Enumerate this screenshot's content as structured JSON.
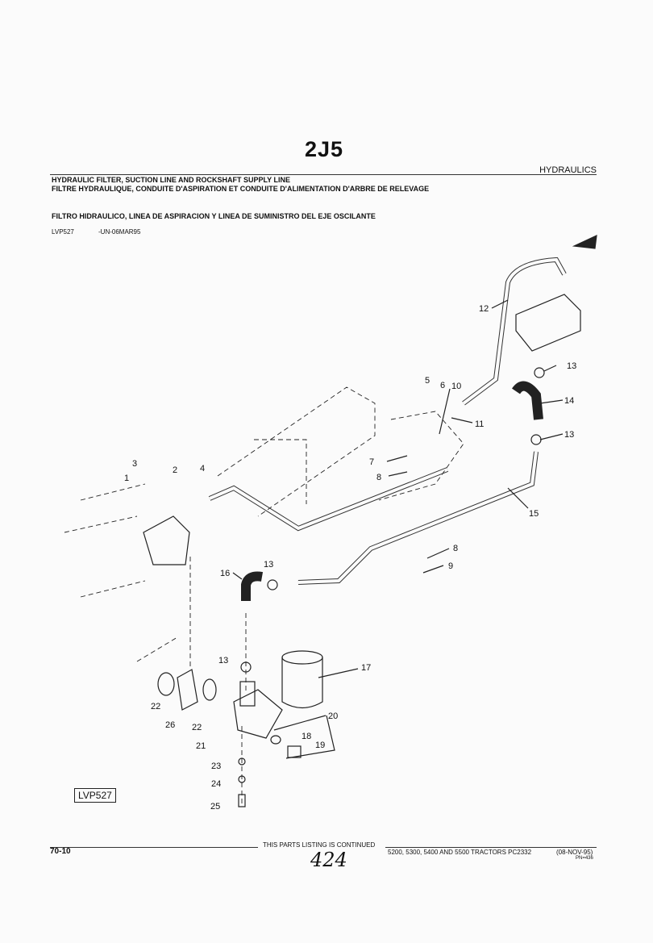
{
  "header": {
    "code": "2J5",
    "section": "HYDRAULICS",
    "title_en": "HYDRAULIC FILTER, SUCTION LINE AND ROCKSHAFT SUPPLY LINE",
    "title_fr": "FILTRE HYDRAULIQUE, CONDUITE D'ASPIRATION ET CONDUITE D'ALIMENTATION D'ARBRE DE RELEVAGE",
    "title_es": "FILTRO HIDRAULICO, LINEA DE ASPIRACION Y LINEA DE SUMINISTRO DEL EJE OSCILANTE",
    "illustration_ref": "LVP527",
    "illustration_date": "-UN-06MAR95"
  },
  "diagram": {
    "label_box": "LVP527",
    "callouts": [
      "1",
      "2",
      "3",
      "4",
      "5",
      "6",
      "7",
      "8",
      "9",
      "8",
      "10",
      "11",
      "12",
      "13",
      "14",
      "13",
      "15",
      "16",
      "13",
      "13",
      "17",
      "18",
      "19",
      "20",
      "21",
      "22",
      "26",
      "22",
      "23",
      "24",
      "25"
    ]
  },
  "footer": {
    "page": "70-10",
    "continued": "THIS PARTS LISTING IS CONTINUED",
    "models": "5200, 5300, 5400 AND 5500 TRACTORS  PC2332",
    "date": "(08-NOV-95)",
    "pn": "PN=436",
    "handwritten": "424"
  }
}
